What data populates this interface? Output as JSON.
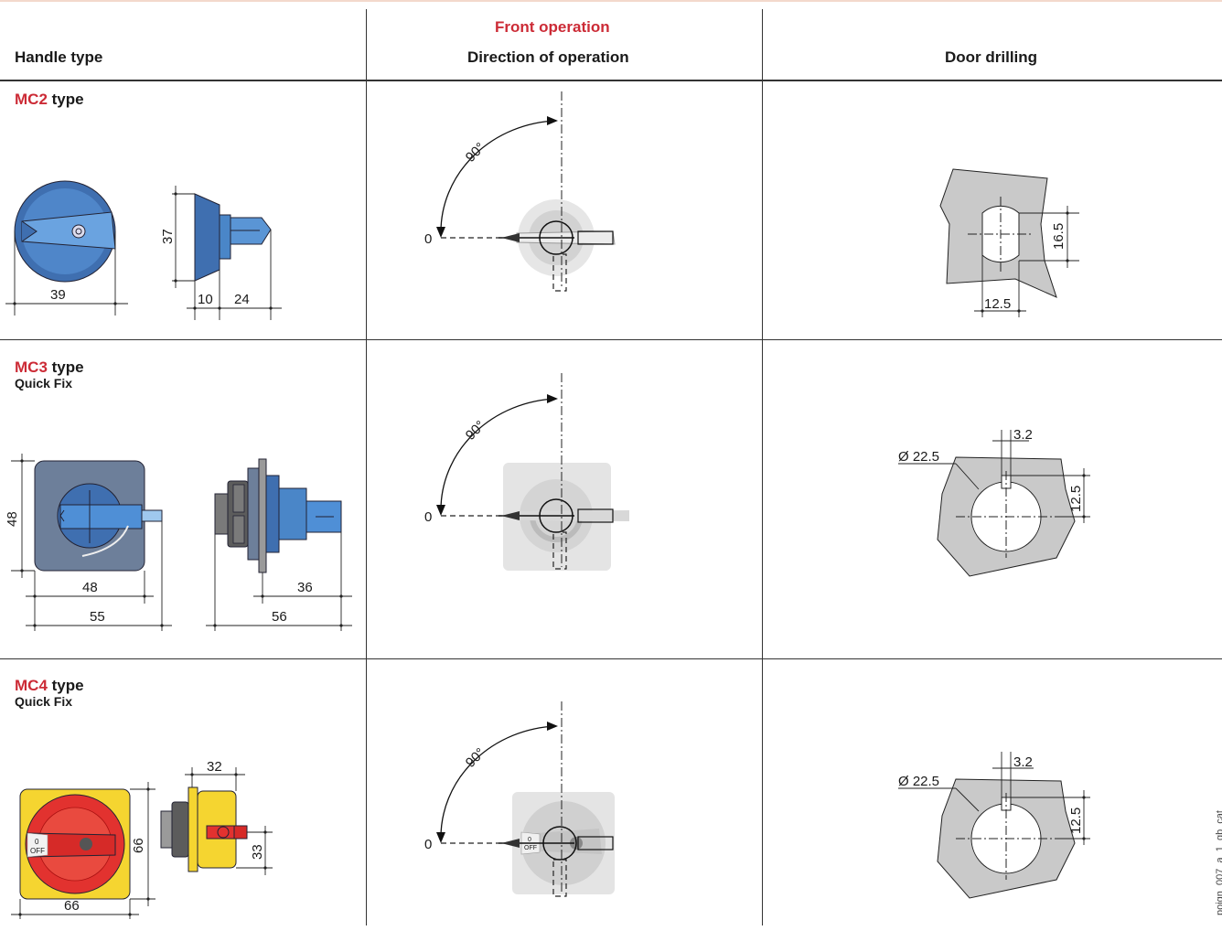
{
  "headers": {
    "handle_type": "Handle type",
    "front_operation": "Front operation",
    "direction_of_operation": "Direction of operation",
    "door_drilling": "Door drilling"
  },
  "rows": [
    {
      "code": "MC2",
      "type_word": "type",
      "subtitle": "",
      "dims": {
        "dia": "39",
        "height": "37",
        "d10": "10",
        "d24": "24"
      },
      "drill": {
        "w": "12.5",
        "h": "16.5"
      }
    },
    {
      "code": "MC3",
      "type_word": "type",
      "subtitle": "Quick Fix",
      "dims": {
        "h48": "48",
        "w48": "48",
        "w55": "55",
        "d36": "36",
        "d56": "56"
      },
      "drill": {
        "dia": "Ø 22.5",
        "key": "3.2",
        "h": "12.5"
      }
    },
    {
      "code": "MC4",
      "type_word": "type",
      "subtitle": "Quick Fix",
      "dims": {
        "w66": "66",
        "h66": "66",
        "d32": "32",
        "d33": "33",
        "off_zero": "0",
        "off_label": "OFF"
      },
      "drill": {
        "dia": "Ø 22.5",
        "key": "3.2",
        "h": "12.5"
      }
    }
  ],
  "operation": {
    "angle": "90°",
    "zero": "0"
  },
  "side_code": "poign_007_a_1_gb_cat",
  "colors": {
    "accent_red": "#cc2b36",
    "handle_blue": "#4a86c8",
    "handle_red": "#e2322f",
    "handle_yellow": "#f5d530",
    "gray": "#c8c8c8"
  }
}
